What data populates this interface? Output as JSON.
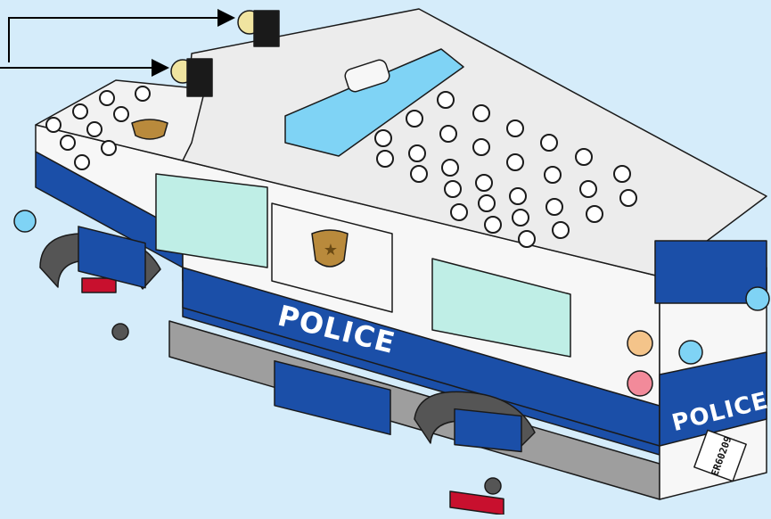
{
  "scene": {
    "subject": "police-van-model",
    "side_label": "POLICE",
    "rear_label": "POLICE",
    "plate": "ER60209",
    "callout_count": 2
  },
  "colors": {
    "background": "#d5ecfa",
    "body_white": "#f7f7f7",
    "body_blue": "#1b4fa8",
    "dark_blue": "#123a7a",
    "glass": "#bfeee6",
    "siren": "#7fd3f5",
    "stud": "#2b2b2b",
    "badge": "#b98a3c",
    "tire": "#555555",
    "red_trim": "#c8102e",
    "green_trim": "#2e9e4a",
    "yellow_light": "#f0e4a0"
  }
}
